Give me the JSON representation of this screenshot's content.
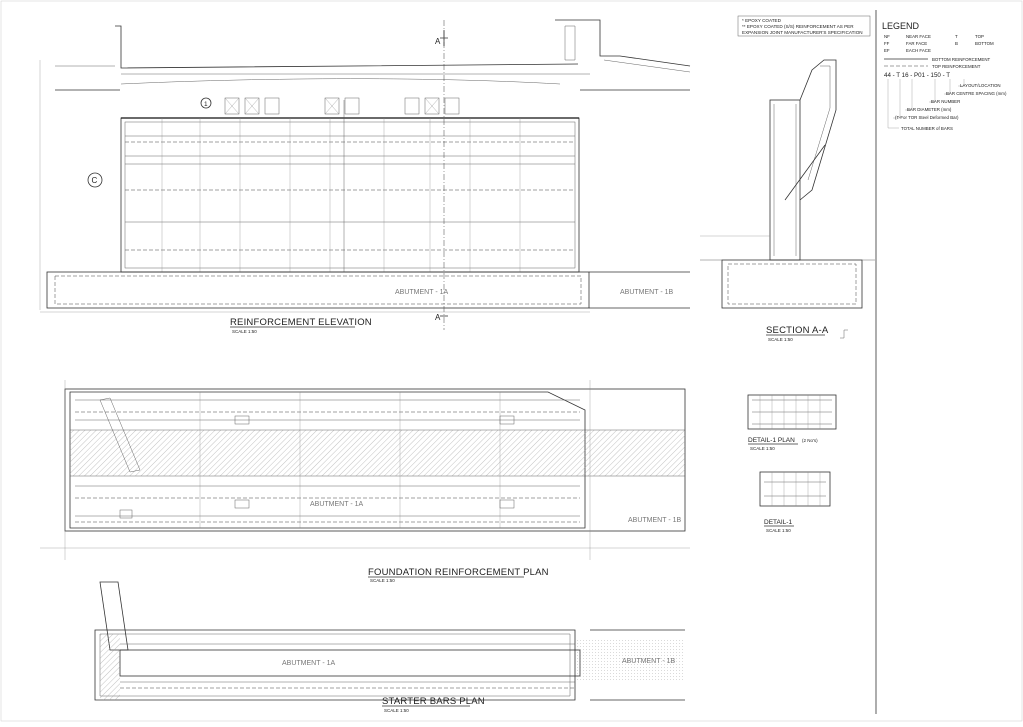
{
  "titles": {
    "reinforcement_elevation": "REINFORCEMENT ELEVATION",
    "section_aa": "SECTION A-A",
    "foundation_plan": "FOUNDATION REINFORCEMENT PLAN",
    "starter_bars_plan": "STARTER BARS PLAN",
    "detail1_plan": "DETAIL-1 PLAN",
    "detail1_plan_suffix": "(2 No's)",
    "detail1": "DETAIL-1"
  },
  "scales": {
    "reinforcement_elevation": "SCALE 1:50",
    "section_aa": "SCALE 1:50",
    "foundation_plan": "SCALE 1:50",
    "starter_bars_plan": "SCALE 1:50",
    "detail1_plan": "SCALE 1:50",
    "detail1": "SCALE 1:50"
  },
  "labels": {
    "abutment_1a": "ABUTMENT - 1A",
    "abutment_1b": "ABUTMENT - 1B",
    "section_marker": "A",
    "callout_1": "1",
    "callout_c": "C"
  },
  "notes": [
    "* EPOXY COATED",
    "** EPOXY COATED (S/S) REINFORCEMENT AS PER",
    "EXPANSION JOINT MANUFACTURER'S SPECIFICATION"
  ],
  "legend": {
    "title": "LEGEND",
    "abbreviations": [
      {
        "code": "NF",
        "meaning": "NEAR FACE",
        "code2": "T",
        "meaning2": "TOP"
      },
      {
        "code": "FF",
        "meaning": "FAR FACE",
        "code2": "B",
        "meaning2": "BOTTOM"
      },
      {
        "code": "EF",
        "meaning": "EACH FACE",
        "code2": "",
        "meaning2": ""
      }
    ],
    "line_types": [
      {
        "label": "BOTTOM REINFORCEMENT",
        "style": "solid"
      },
      {
        "label": "TOP REINFORCEMENT",
        "style": "dashed"
      }
    ],
    "bar_mark_example": "44 - T 16 - P01 - 150 - T",
    "bar_mark_parts": [
      "LAYOUT/LOCATION",
      "BAR CENTRE SPACING (mm)",
      "BAR NUMBER",
      "BAR DIAMETER (mm)",
      "(T-For TOR Steel Deformed Bar)",
      "TOTAL NUMBER of BARS"
    ]
  },
  "colors": {
    "line": "#333333",
    "hatch": "#9a9a9a",
    "background": "#ffffff"
  }
}
